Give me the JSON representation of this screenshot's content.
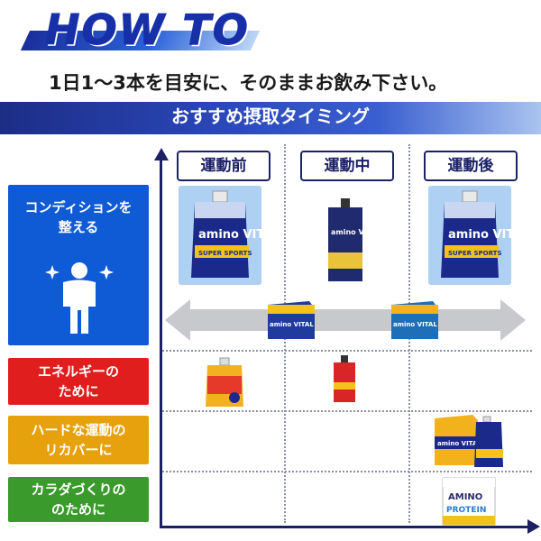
{
  "header": {
    "title": "HOW TO",
    "instruction": "1日1〜3本を目安に、そのままお飲み下さい。"
  },
  "banner": {
    "title": "おすすめ摂取タイミング"
  },
  "timings": [
    "運動前",
    "運動中",
    "運動後"
  ],
  "categories": [
    {
      "label": "コンディションを\n整える",
      "color": "#0f5bd5",
      "icon": "person-sparkle-icon"
    },
    {
      "label": "エネルギーの\nために",
      "color": "#e01e1e"
    },
    {
      "label": "ハードな運動の\nリカバーに",
      "color": "#e6a10d"
    },
    {
      "label": "カラダづくりの\nのために",
      "color": "#3a9a2b"
    }
  ],
  "products": {
    "jelly_brand": "amino VITAL",
    "jelly_sub": "SUPER SPORTS",
    "gel_brand": "amino VITAL",
    "protein_brand": "AMINO",
    "protein_name": "PROTEIN",
    "box_brand": "amino VITAL"
  },
  "colors": {
    "navy": "#1c2166",
    "highlight": "#aed0f3",
    "banner": "#2a47b8"
  }
}
